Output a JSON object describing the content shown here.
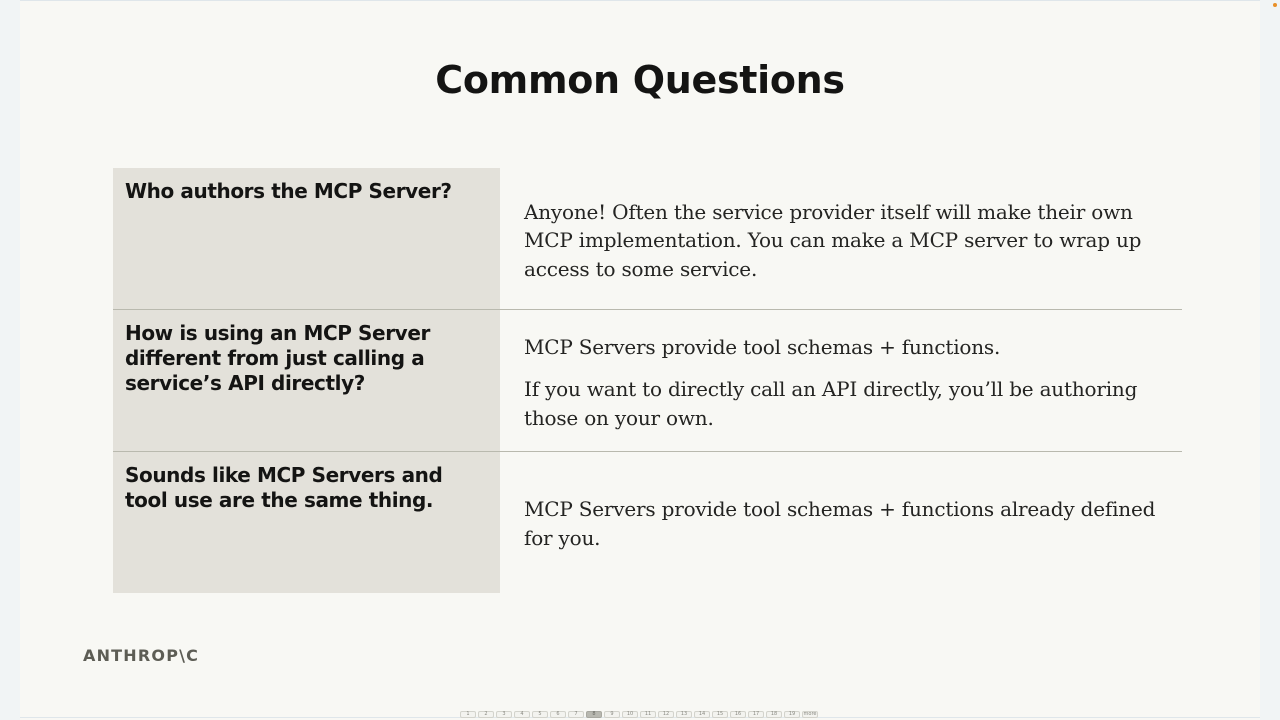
{
  "slide": {
    "title": "Common Questions",
    "accent_color": "#e8902a",
    "question_bg_color": "#e3e1da",
    "rows": [
      {
        "question": "Who authors the MCP Server?",
        "answers": [
          "Anyone! Often the service provider itself will make their own MCP implementation. You can make a MCP server to wrap up access to some service."
        ]
      },
      {
        "question": "How is using an MCP Server different from just calling a service’s API directly?",
        "answers": [
          "MCP Servers provide tool schemas + functions.",
          "If you want to directly call an API directly, you’ll be authoring those on your own."
        ]
      },
      {
        "question": "Sounds like MCP Servers and tool use are the same thing.",
        "answers": [
          "MCP Servers provide tool schemas + functions already defined for you."
        ]
      }
    ],
    "logo_text": "ANTHROP\\C"
  },
  "pager": {
    "labels": [
      "1",
      "2",
      "3",
      "4",
      "5",
      "6",
      "7",
      "8",
      "9",
      "10",
      "11",
      "12",
      "13",
      "14",
      "15",
      "16",
      "17",
      "18",
      "19",
      "more"
    ],
    "active_index": 7
  }
}
